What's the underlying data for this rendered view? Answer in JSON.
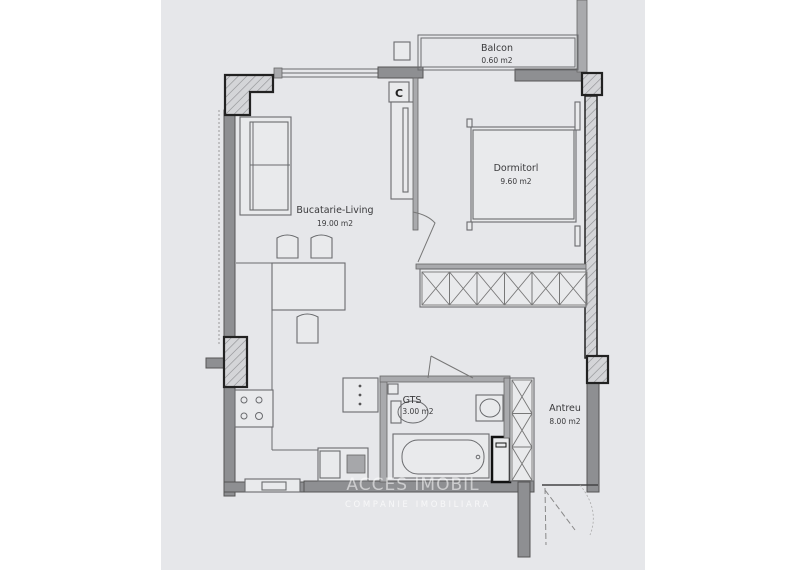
{
  "plan": {
    "rooms": [
      {
        "id": "balcon",
        "name": "Balcon",
        "area": "0.60 m2"
      },
      {
        "id": "dormitor",
        "name": "Dormitorl",
        "area": "9.60 m2"
      },
      {
        "id": "bucatarie",
        "name": "Bucatarie-Living",
        "area": "19.00 m2"
      },
      {
        "id": "gts",
        "name": "GTS",
        "area": "3.00 m2"
      },
      {
        "id": "antreu",
        "name": "Antreu",
        "area": "8.00 m2"
      }
    ],
    "boiler_label": "C"
  },
  "watermark": {
    "main": "ACCES IMOBIL",
    "sub": "COMPANIE IMOBILIARA"
  },
  "colors": {
    "paper": "#e6e7ea",
    "background": "#ffffff",
    "wall": "#8e8f92",
    "line": "#6a6b6e"
  }
}
